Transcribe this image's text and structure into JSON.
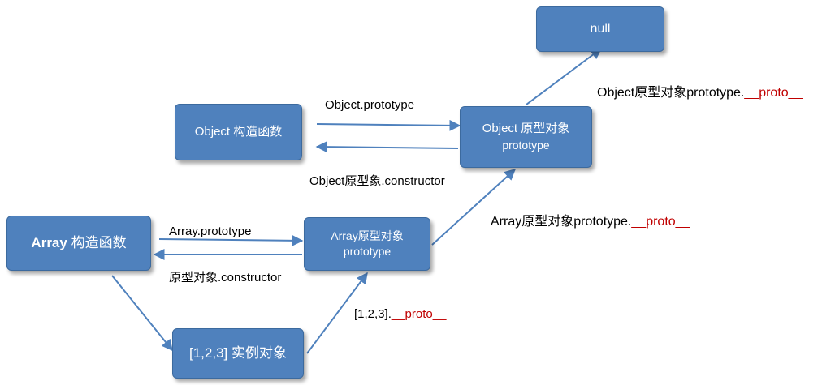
{
  "nodes": {
    "null": "null",
    "object_constructor": "Object 构造函数",
    "object_prototype_line1": "Object 原型对象",
    "object_prototype_line2": "prototype",
    "array_constructor_bold": "Array",
    "array_constructor_rest": " 构造函数",
    "array_prototype_line1": "Array原型对象",
    "array_prototype_line2": "prototype",
    "instance": "[1,2,3] 实例对象"
  },
  "labels": {
    "object_proto_prefix": "Object原型对象prototype.",
    "object_proto_suffix": "__proto__",
    "object_prototype_arrow": "Object.prototype",
    "object_constructor_arrow": "Object原型象.constructor",
    "array_proto_prefix": "Array原型对象prototype.",
    "array_proto_suffix": "__proto__",
    "array_prototype_arrow": "Array.prototype",
    "array_constructor_arrow": "原型对象.constructor",
    "instance_proto_prefix": "[1,2,3].",
    "instance_proto_suffix": "__proto__"
  },
  "colors": {
    "node_fill": "#4f81bd",
    "arrow": "#4f81bd",
    "highlight_text": "#c00000"
  }
}
